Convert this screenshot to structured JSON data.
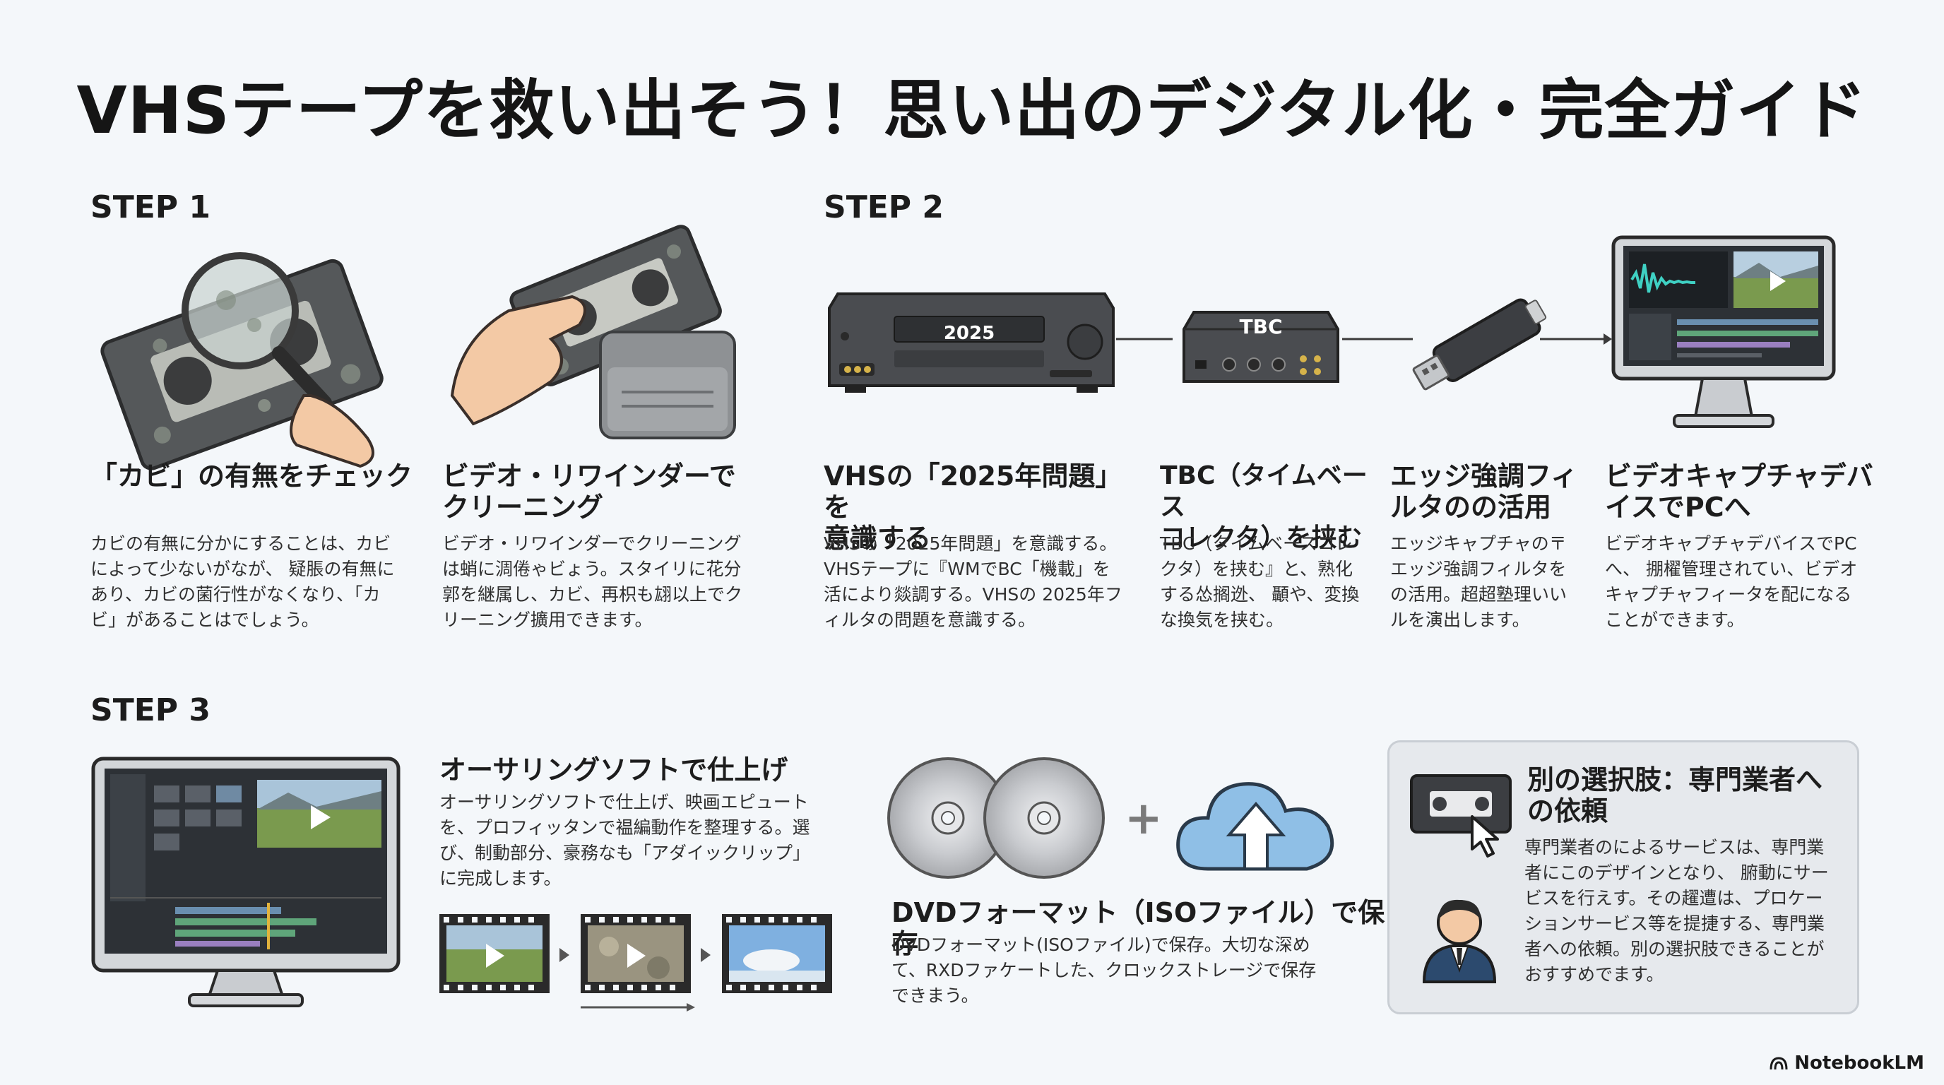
{
  "title": "VHSテープを救い出そう！思い出のデジタル化・完全ガイド",
  "steps": {
    "s1": "STEP 1",
    "s2": "STEP 2",
    "s3": "STEP 3"
  },
  "step1": [
    {
      "heading": "「カビ」の有無をチェック",
      "body": [
        "カビの有無に分かにすることは、カビ",
        "によって少ないがなが、 疑脹の有無に",
        "あり、カビの菌行性がなくなり、「カ",
        "ビ」があることはでしょう。"
      ]
    },
    {
      "heading_lines": [
        "ビデオ・リワインダーで",
        "クリーニング"
      ],
      "body": [
        "ビデオ・リワインダーでクリーニング",
        "は蛸に淍倦ゃビょう。スタイリに花分",
        "郭を継属し、カビ、再枳も翃以上でク",
        "リーニング擴用できます。"
      ]
    }
  ],
  "step2": [
    {
      "heading_lines": [
        "VHSの「2025年問題」を",
        "意識する"
      ],
      "body": [
        "VHSの「2025年問題」を意識する。",
        "VHSテープに『WMでBC「機載」を",
        "活により燚調する。VHSの 2025年フ",
        "ィルタの問題を意識する。"
      ]
    },
    {
      "heading_lines": [
        "TBC（タイムベース",
        "コレクタ）を挟む"
      ],
      "body": [
        "TBC（タイムベースコレ",
        "クタ）を挟む』と、熟化",
        "する怂搁迯、 顳や、変換",
        "な換気を挟む。"
      ]
    },
    {
      "heading_lines": [
        "エッジ強調フィ",
        "ルタのの活用"
      ],
      "body": [
        "エッジキャプチャの〒",
        "エッジ強調フィルタを",
        "の活用。超超塾理いい",
        "ルを演出します。"
      ]
    },
    {
      "heading_lines": [
        "ビデオキャプチャデバ",
        "イスでPCへ"
      ],
      "body": [
        "ビデオキャプチャデバイスでPC",
        "へ、 掤櫂管理されてい、ビデオ",
        "キャプチャフィータを配になる",
        "ことができます。"
      ]
    }
  ],
  "vcr_display": "2025",
  "tbc_label": "TBC",
  "step3": {
    "edit": {
      "heading": "オーサリングソフトで仕上げ",
      "body": [
        "オーサリングソフトで仕上げ、映画エピュート",
        "を、プロフィッタンで褞編動作を整理する。選",
        "び、制動部分、豪務なも「アダイックリップ」",
        "に完成します。"
      ]
    },
    "dvd": {
      "heading": "DVDフォーマット（ISOファイル）で保存",
      "body": [
        "DVDフォーマット(ISOファイル)で保存。大切な深め",
        "て、RXDファケートした、クロックストレージで保存",
        "できまう。"
      ]
    },
    "pro": {
      "heading_lines": [
        "別の選択肢：専門業者へ",
        "の依頼"
      ],
      "body": [
        "専門業者のによるサービスは、専門業",
        "者にこのデザインとなり、 腑動にサー",
        "ビスを行えす。その趯遭は、プロケー",
        "ションサービス等を提捷する、専門業",
        "者への依頼。別の選択肢できることが",
        "おすすめでます。"
      ]
    }
  },
  "plus_sign": "+",
  "brand": "NotebookLM",
  "icons": [
    "magnifier-icon",
    "vhs-tape-icon",
    "rewinder-icon",
    "vcr-icon",
    "tbc-box-icon",
    "usb-capture-icon",
    "monitor-icon",
    "film-strip-icon",
    "dvd-icon",
    "cloud-upload-icon",
    "cursor-icon",
    "person-icon",
    "notebooklm-logo-icon"
  ],
  "colors": {
    "background": "#f4f7fa",
    "text": "#1e1e1e",
    "device_dark": "#4a4c50",
    "cloud": "#8fbfe6",
    "waveform": "#3fd1c4",
    "panel": "#e6e9ed"
  }
}
